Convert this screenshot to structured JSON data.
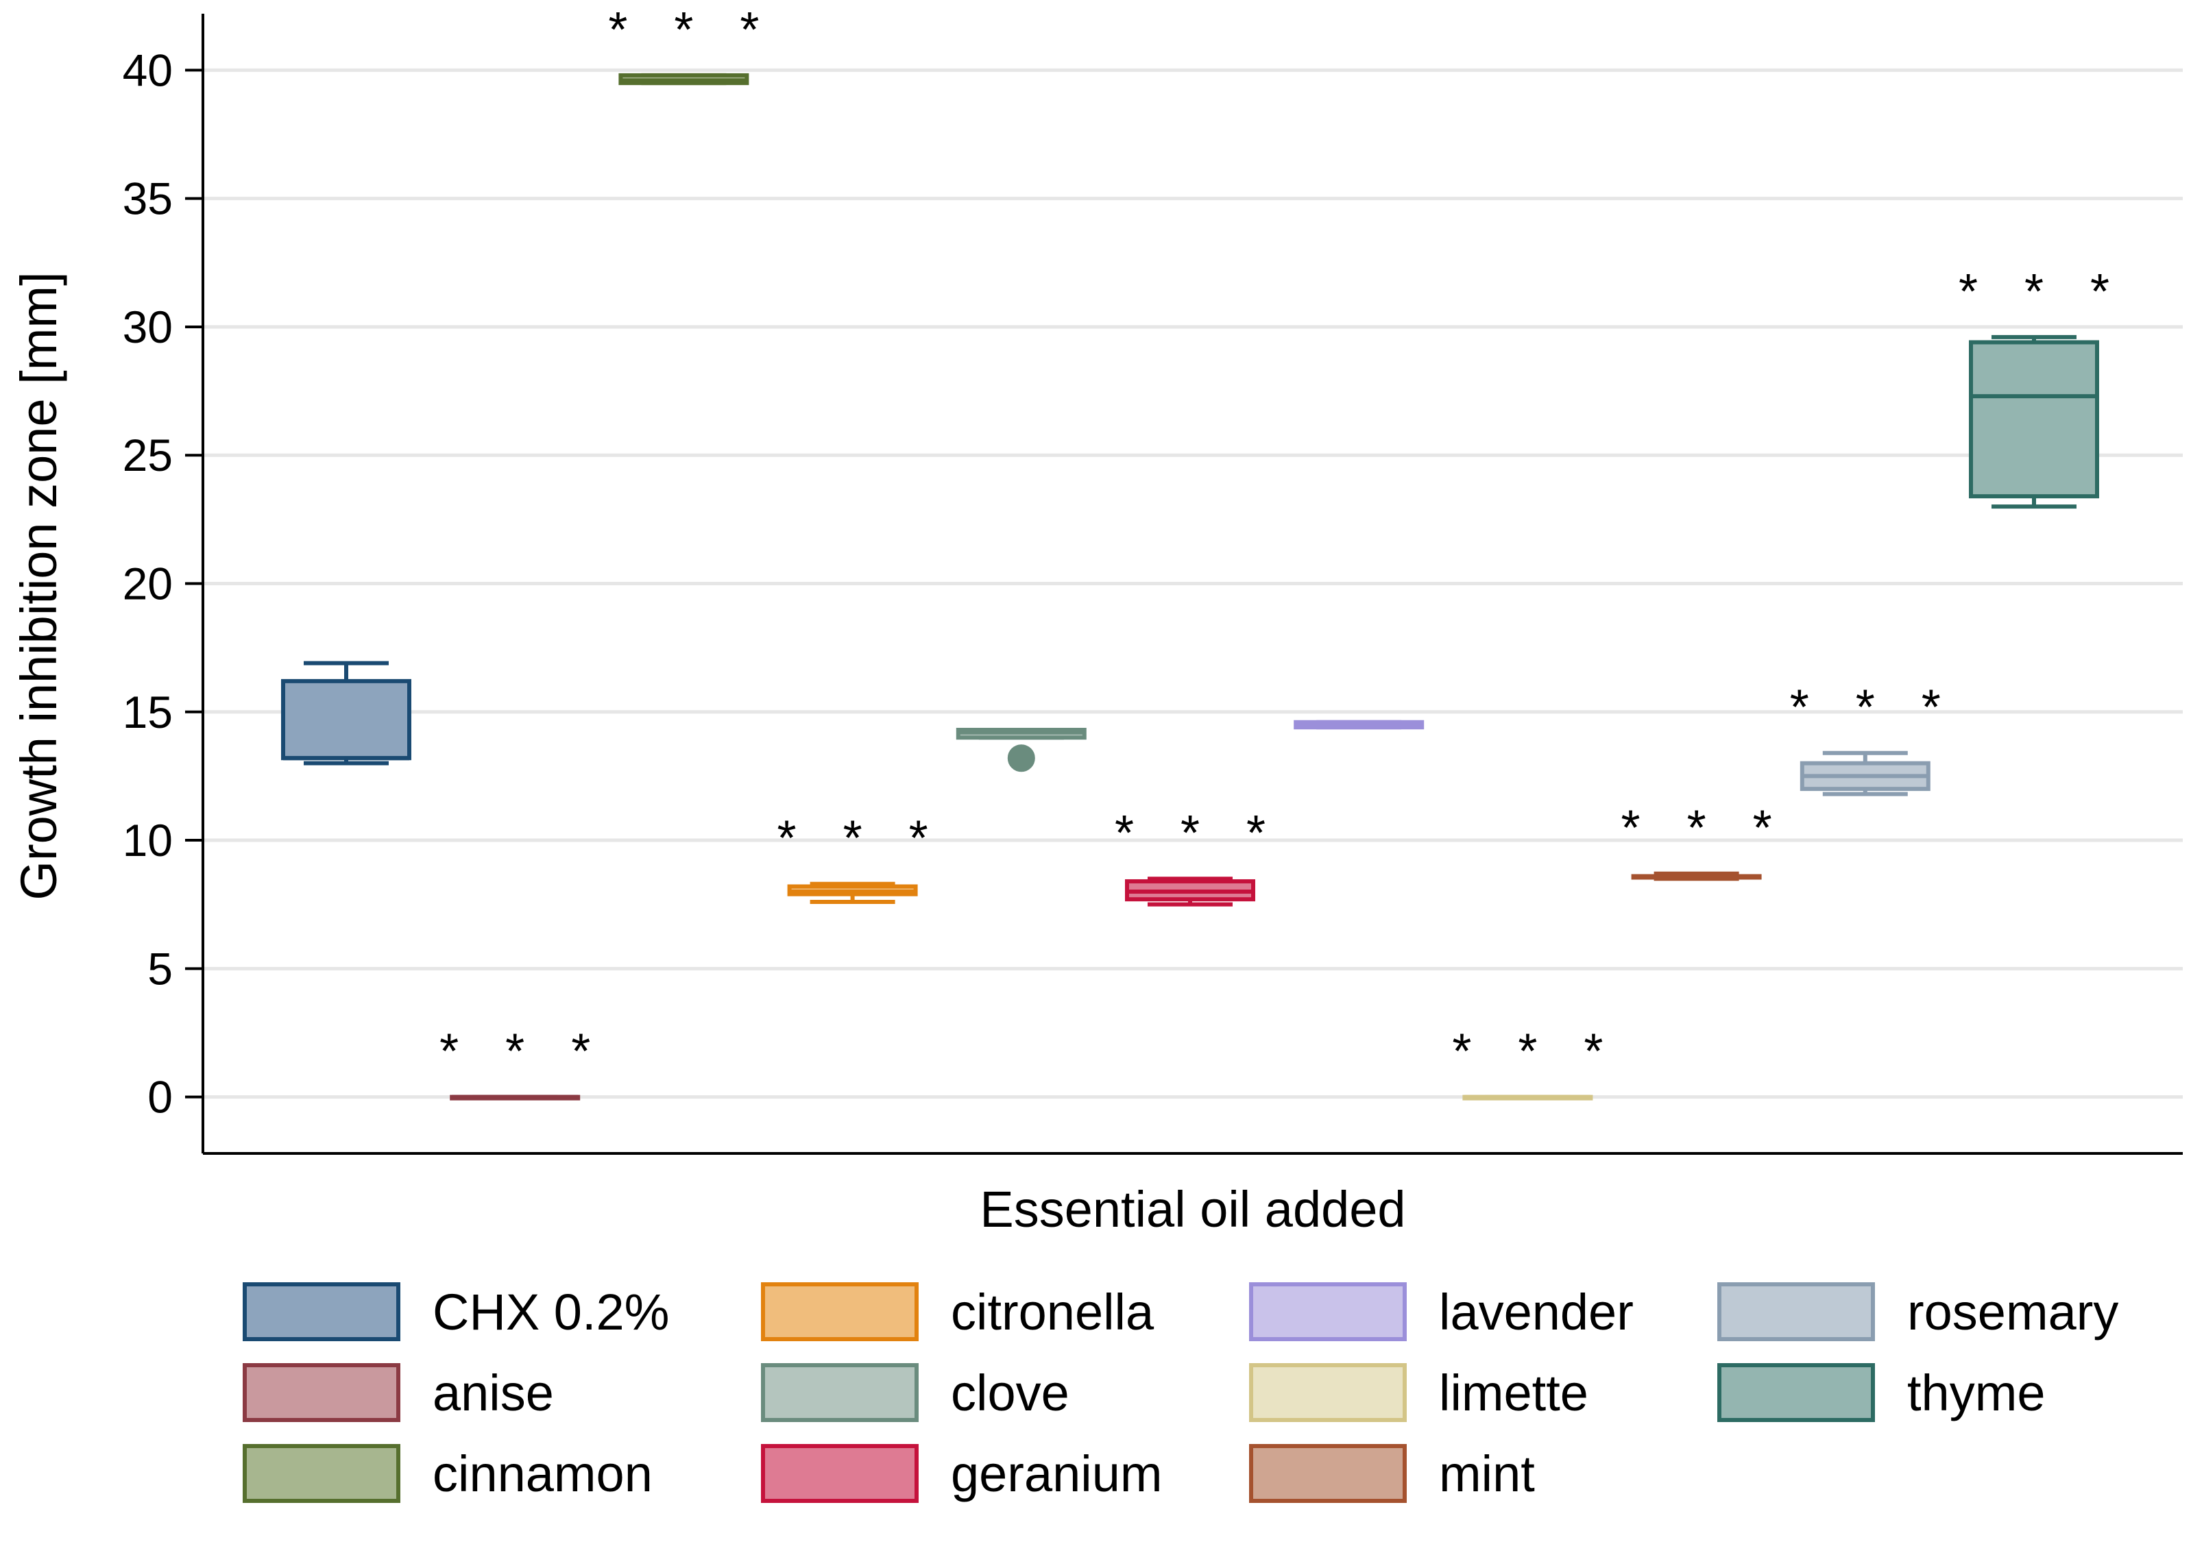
{
  "chart_data": {
    "type": "box",
    "title": "",
    "xlabel": "Essential oil added",
    "ylabel": "Growth inhibition zone [mm]",
    "ylim": [
      -2.2,
      42.2
    ],
    "yticks": [
      0,
      5,
      10,
      15,
      20,
      25,
      30,
      35,
      40
    ],
    "grid": true,
    "legend_position": "bottom",
    "legend_columns": 4,
    "significance_marker": "* * *",
    "series": [
      {
        "name": "CHX 0.2%",
        "color": "#1a4a72",
        "fill": "#8da4bd",
        "min": 13.0,
        "q1": 13.2,
        "median": 13.2,
        "q3": 16.2,
        "max": 16.9,
        "outliers": [],
        "significance": ""
      },
      {
        "name": "anise",
        "color": "#8b3a43",
        "fill": "#c9999e",
        "min": 0.0,
        "q1": 0.0,
        "median": 0.0,
        "q3": 0.0,
        "max": 0.0,
        "outliers": [],
        "significance": "* * *"
      },
      {
        "name": "cinnamon",
        "color": "#566f2e",
        "fill": "#a7b68f",
        "min": 39.5,
        "q1": 39.5,
        "median": 39.6,
        "q3": 39.8,
        "max": 39.8,
        "outliers": [],
        "significance": "* * *"
      },
      {
        "name": "citronella",
        "color": "#e2820f",
        "fill": "#f0bd7c",
        "min": 7.6,
        "q1": 7.9,
        "median": 8.0,
        "q3": 8.2,
        "max": 8.3,
        "outliers": [],
        "significance": "* * *"
      },
      {
        "name": "clove",
        "color": "#6a8c7e",
        "fill": "#b4c5be",
        "min": 14.0,
        "q1": 14.0,
        "median": 14.2,
        "q3": 14.3,
        "max": 14.3,
        "outliers": [
          13.2
        ],
        "significance": ""
      },
      {
        "name": "geranium",
        "color": "#c5123c",
        "fill": "#de7b93",
        "min": 7.5,
        "q1": 7.7,
        "median": 8.0,
        "q3": 8.4,
        "max": 8.5,
        "outliers": [],
        "significance": "* * *"
      },
      {
        "name": "lavender",
        "color": "#9b8fda",
        "fill": "#c9c2ea",
        "min": 14.4,
        "q1": 14.4,
        "median": 14.5,
        "q3": 14.6,
        "max": 14.6,
        "outliers": [],
        "significance": ""
      },
      {
        "name": "limette",
        "color": "#d3c587",
        "fill": "#e9e3c3",
        "min": 0.0,
        "q1": 0.0,
        "median": 0.0,
        "q3": 0.0,
        "max": 0.0,
        "outliers": [],
        "significance": "* * *"
      },
      {
        "name": "mint",
        "color": "#a5522f",
        "fill": "#cfa591",
        "min": 8.5,
        "q1": 8.6,
        "median": 8.6,
        "q3": 8.6,
        "max": 8.7,
        "outliers": [],
        "significance": "* * *"
      },
      {
        "name": "rosemary",
        "color": "#8a9db0",
        "fill": "#bec9d4",
        "min": 11.8,
        "q1": 12.0,
        "median": 12.5,
        "q3": 13.0,
        "max": 13.4,
        "outliers": [],
        "significance": "* * *"
      },
      {
        "name": "thyme",
        "color": "#2d6b63",
        "fill": "#94b5b0",
        "min": 23.0,
        "q1": 23.4,
        "median": 27.3,
        "q3": 29.4,
        "max": 29.6,
        "outliers": [],
        "significance": "* * *"
      }
    ]
  }
}
